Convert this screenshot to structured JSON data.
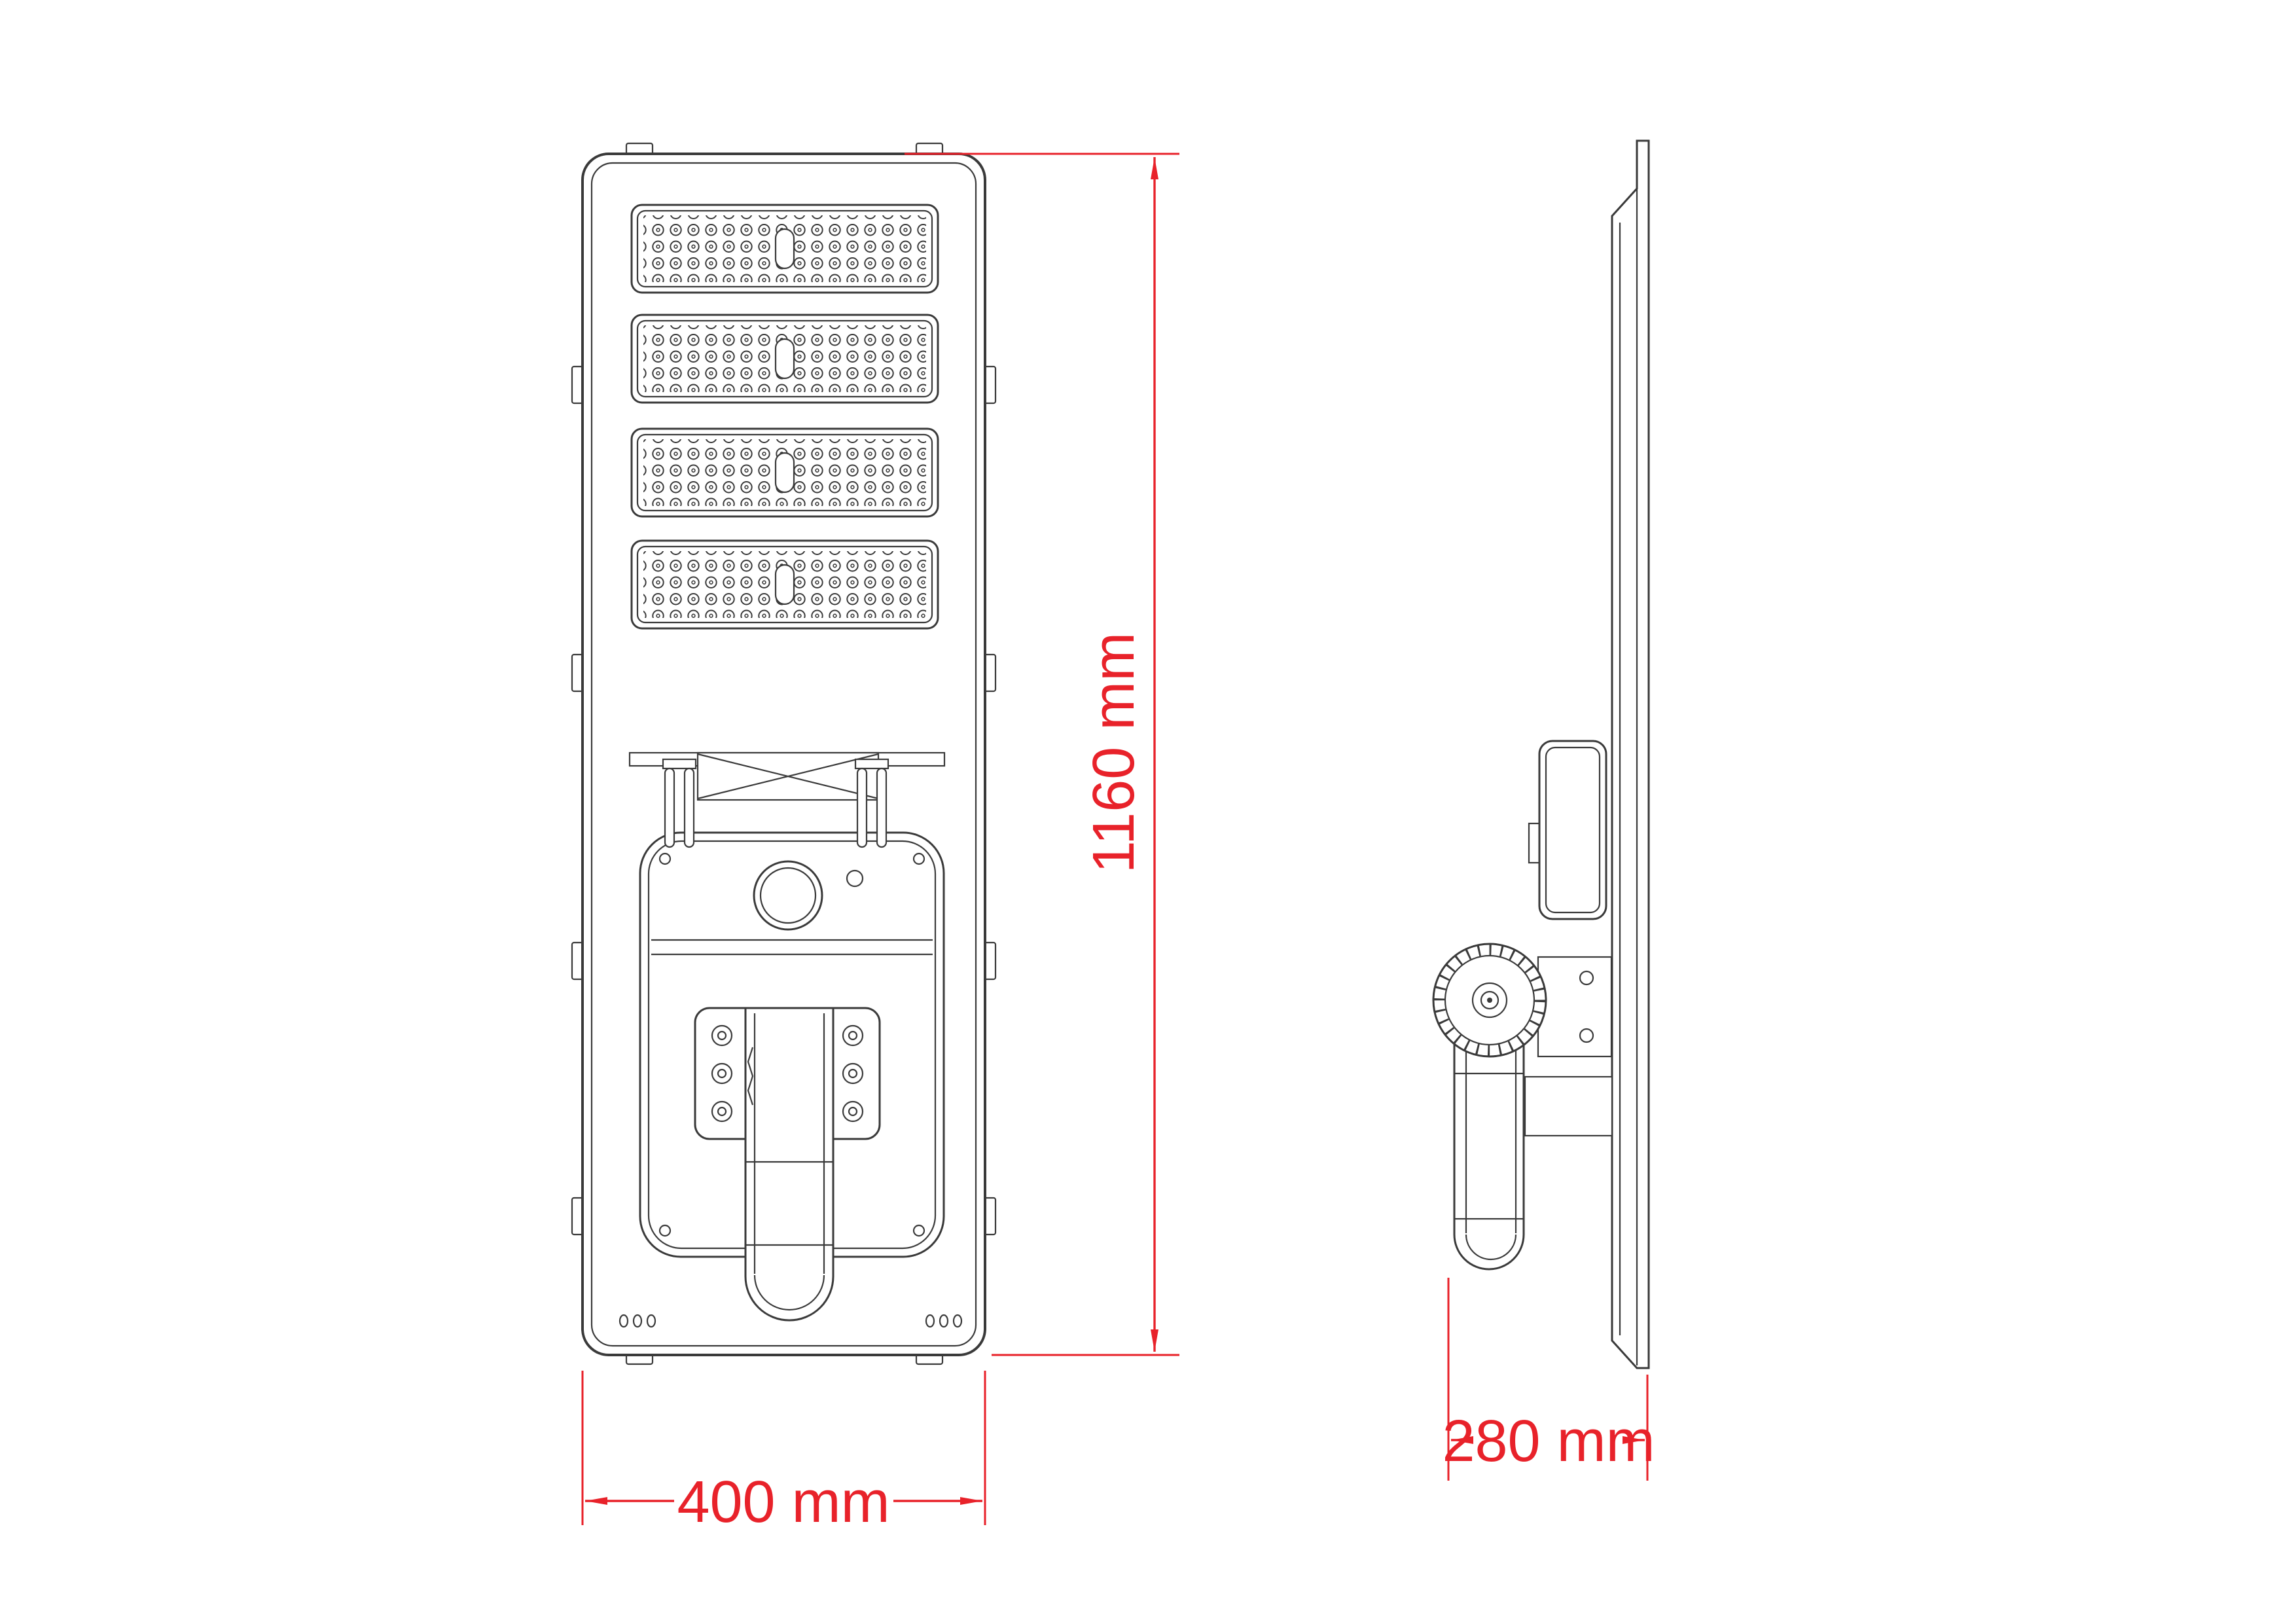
{
  "drawing": {
    "type": "technical-dimension-drawing",
    "subject": "solar-led-street-light",
    "colors": {
      "line": "#3a3a3a",
      "dimension": "#e8222a",
      "background": "#ffffff"
    },
    "dimensions": {
      "height": {
        "label": "1160 mm",
        "value_mm": 1160
      },
      "width": {
        "label": "400 mm",
        "value_mm": 400
      },
      "depth": {
        "label": "280 mm",
        "value_mm": 280
      }
    }
  }
}
